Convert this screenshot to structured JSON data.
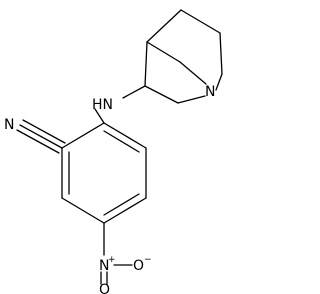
{
  "structure": {
    "atoms": {
      "amine_nh": "HN",
      "quinuclidine_n": "N",
      "nitrile_n": "N",
      "nitro_n": "N",
      "nitro_n_charge": "+",
      "nitro_o_top": "O",
      "nitro_o_right": "O",
      "nitro_o_right_charge": "−"
    }
  }
}
